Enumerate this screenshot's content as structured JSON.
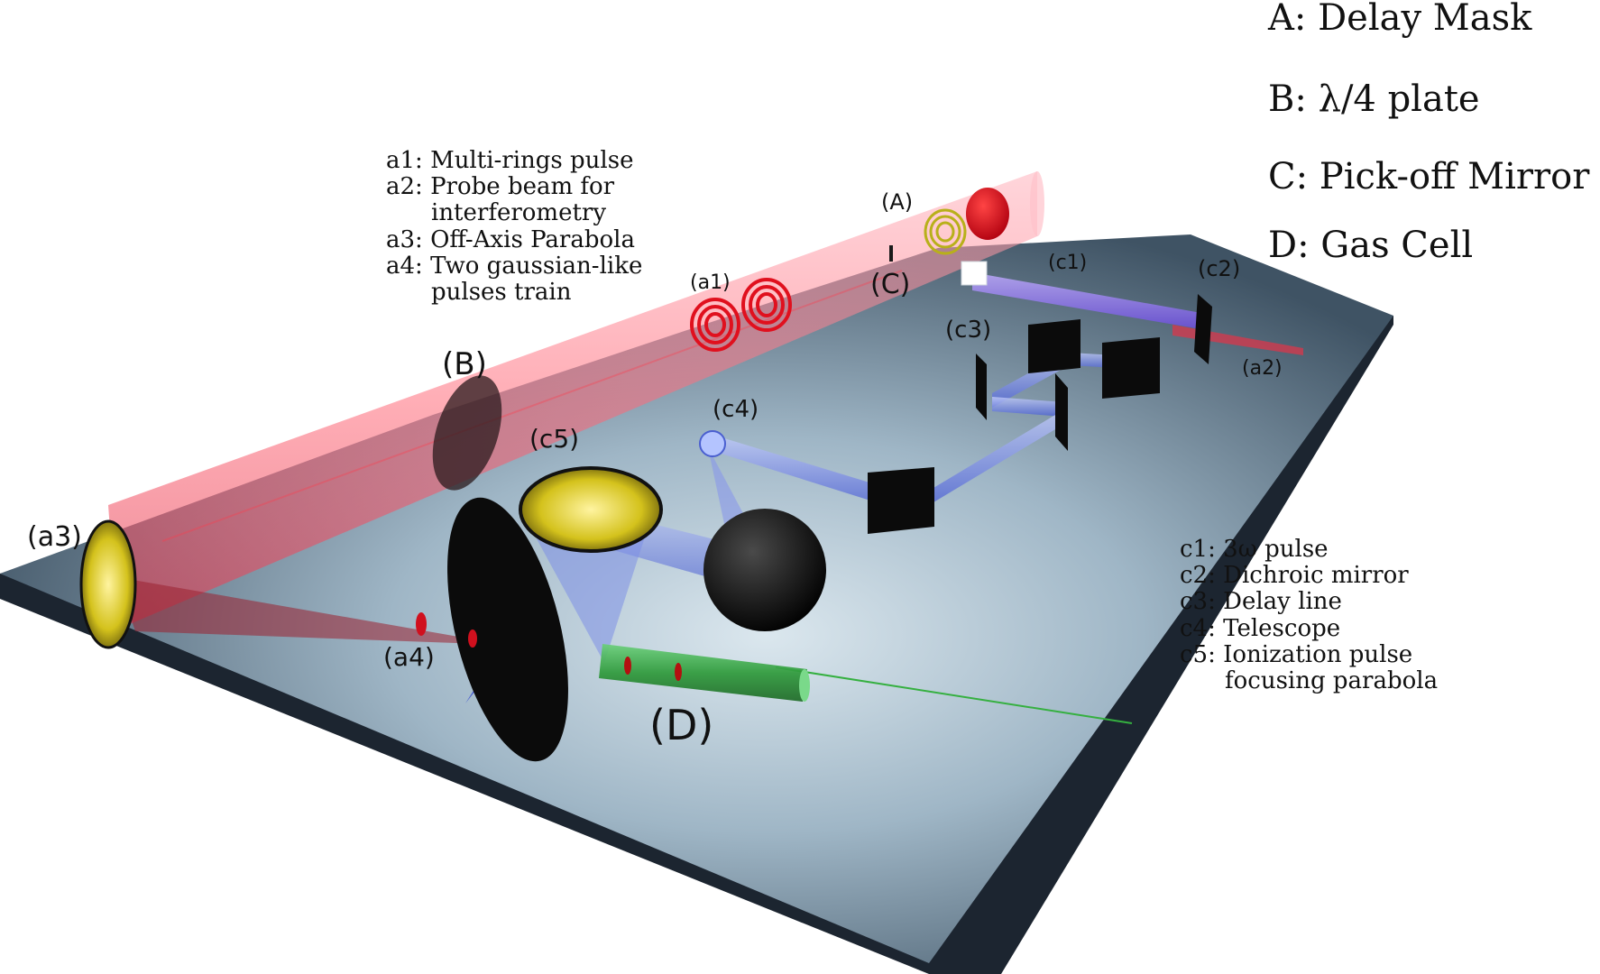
{
  "legend_components": [
    "A: Delay Mask",
    "B: λ/4 plate",
    "C: Pick-off Mirror",
    "D: Gas Cell"
  ],
  "legend_a": [
    "a1: Multi-rings pulse",
    "a2: Probe beam for",
    "interferometry",
    "a3: Off-Axis Parabola",
    "a4: Two gaussian-like",
    "pulses train"
  ],
  "legend_c": [
    "c1: 3ω pulse",
    "c2: Dichroic mirror",
    "c3: Delay line",
    "c4: Telescope",
    "c5: Ionization pulse",
    "focusing parabola"
  ],
  "callouts": {
    "A": "(A)",
    "B": "(B)",
    "C": "(C)",
    "D": "(D)",
    "a1": "(a1)",
    "a2": "(a2)",
    "a3": "(a3)",
    "a4": "(a4)",
    "c1": "(c1)",
    "c2": "(c2)",
    "c3": "(c3)",
    "c4": "(c4)",
    "c5": "(c5)"
  },
  "colors": {
    "table_top": "#9fb6c6",
    "table_edge": "#1c2530",
    "red_beam": "#ff6b7a",
    "blue_beam": "#6a7fe0",
    "violet_beam": "#8a6fe6",
    "gas_cell": "#2e9a3a",
    "green_line": "#35b040",
    "gold": "#d4c21c",
    "mirror": "#0a0a0a"
  }
}
